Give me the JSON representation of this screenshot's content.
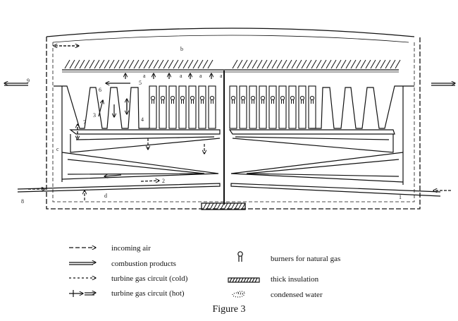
{
  "diagram": {
    "labels": {
      "a": "a",
      "b": "b",
      "c": "c",
      "d": "d",
      "n1": "1",
      "n2": "2",
      "n3": "3",
      "n4": "4",
      "n5": "5",
      "n6": "6",
      "n7": "7",
      "n8": "8",
      "n9": "9"
    }
  },
  "legend": {
    "incoming_air": "incoming air",
    "combustion_products": "combustion products",
    "turbine_cold": "turbine gas circuit (cold)",
    "turbine_hot": "turbine gas circuit (hot)",
    "burners": "burners for natural gas",
    "thick_insulation": "thick insulation",
    "condensed_water": "condensed water"
  },
  "caption": "Figure 3",
  "colors": {
    "ink": "#111111",
    "paper": "#ffffff"
  }
}
